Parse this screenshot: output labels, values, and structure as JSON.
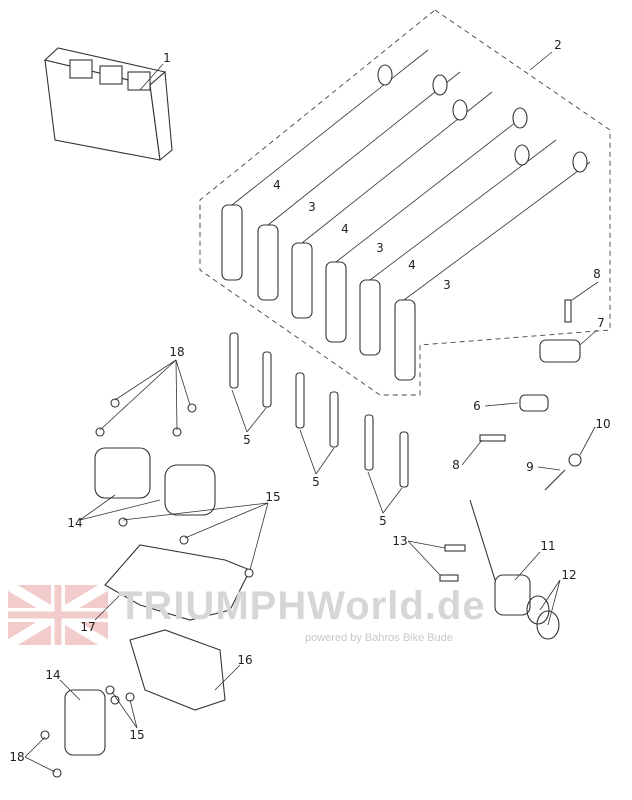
{
  "watermark": {
    "title": "TRIUMPHWorld.de",
    "subtitle": "powered by Bahros Bike Bude"
  },
  "callouts": [
    "1",
    "2",
    "4",
    "3",
    "4",
    "3",
    "4",
    "3",
    "8",
    "7",
    "18",
    "5",
    "5",
    "5",
    "6",
    "10",
    "8",
    "9",
    "15",
    "14",
    "13",
    "11",
    "12",
    "17",
    "16",
    "14",
    "15",
    "18"
  ]
}
